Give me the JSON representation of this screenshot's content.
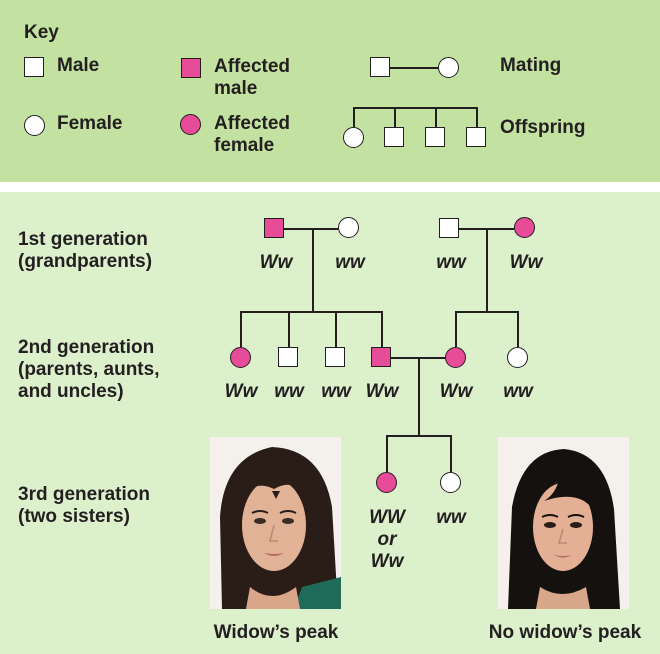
{
  "key": {
    "title": "Key",
    "male": "Male",
    "female": "Female",
    "affected_male": "Affected\nmale",
    "affected_female": "Affected\nfemale",
    "mating": "Mating",
    "offspring": "Offspring"
  },
  "generations": [
    {
      "label": "1st generation\n(grandparents)"
    },
    {
      "label": "2nd generation\n(parents, aunts,\nand uncles)"
    },
    {
      "label": "3rd generation\n(two sisters)"
    }
  ],
  "gen1": {
    "left_male": "Ww",
    "left_female": "ww",
    "right_male": "ww",
    "right_female": "Ww"
  },
  "gen2": [
    "Ww",
    "ww",
    "ww",
    "Ww",
    "Ww",
    "ww"
  ],
  "gen3": {
    "sister1": "WW\nor\nWw",
    "sister2": "ww"
  },
  "captions": {
    "left": "Widow’s peak",
    "right": "No widow’s peak"
  },
  "colors": {
    "affected": "#e64c97",
    "key_background": "#c3e2a2",
    "panel_background": "#ddf0cc"
  }
}
